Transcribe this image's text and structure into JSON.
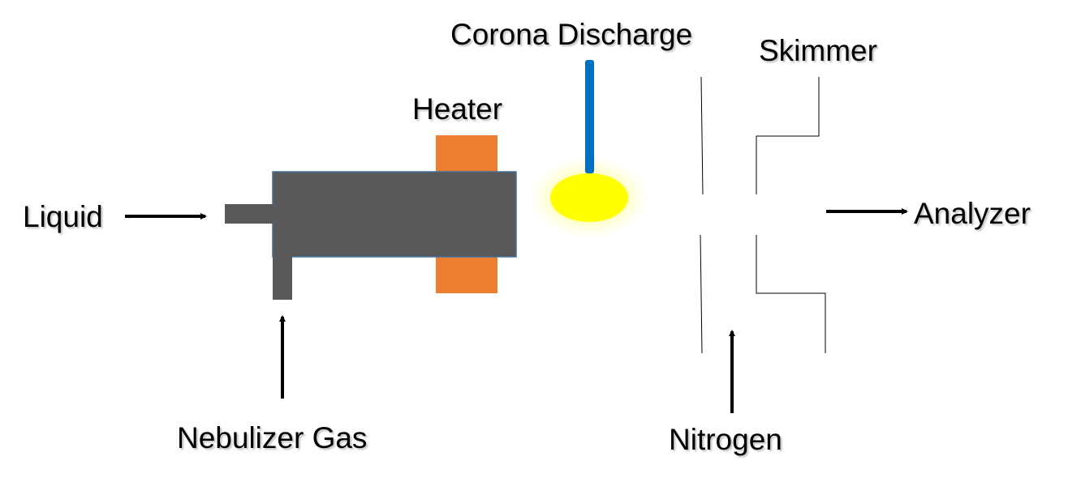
{
  "labels": {
    "liquid": "Liquid",
    "nebulizer_gas": "Nebulizer Gas",
    "heater": "Heater",
    "corona_discharge": "Corona Discharge",
    "skimmer": "Skimmer",
    "analyzer": "Analyzer",
    "nitrogen": "Nitrogen"
  },
  "colors": {
    "body": "#595959",
    "body_border": "#41719c",
    "heater": "#ed7d31",
    "needle": "#0070c0",
    "discharge": "#ffff00",
    "discharge_glow": "#ffff66",
    "lines": "#000000"
  }
}
